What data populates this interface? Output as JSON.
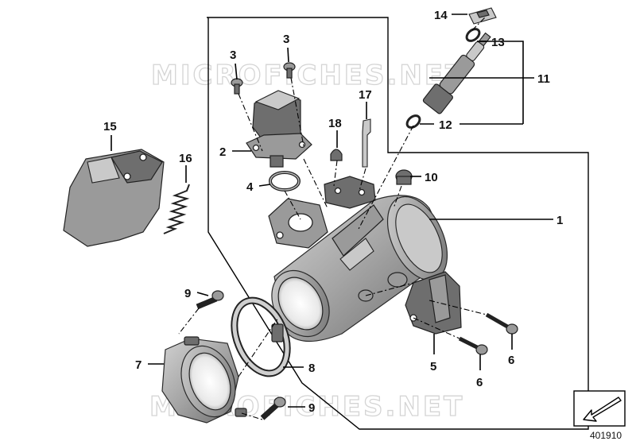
{
  "diagram": {
    "watermark_top": "MICROFICHES.NET",
    "watermark_bottom": "MICROFICHES.NET",
    "reference_number": "401910",
    "callouts": {
      "c1": "1",
      "c2": "2",
      "c3a": "3",
      "c3b": "3",
      "c4": "4",
      "c5": "5",
      "c6a": "6",
      "c6b": "6",
      "c7": "7",
      "c8": "8",
      "c9a": "9",
      "c9b": "9",
      "c10": "10",
      "c11": "11",
      "c12": "12",
      "c13": "13",
      "c14": "14",
      "c15": "15",
      "c16": "16",
      "c17": "17",
      "c18": "18"
    },
    "icons": {
      "navigation": "arrow-left-down-icon"
    }
  }
}
